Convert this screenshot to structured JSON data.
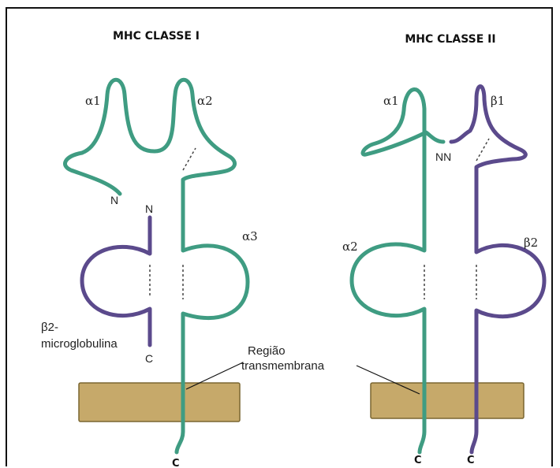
{
  "colors": {
    "alpha_chain": "#3f9c82",
    "beta_chain": "#5b4a8c",
    "membrane_fill": "#c6a96a",
    "membrane_stroke": "#7a6630"
  },
  "class1": {
    "title": "MHC CLASSE I",
    "alpha1": "α1",
    "alpha2": "α2",
    "alpha3": "α3",
    "n_alpha": "N",
    "n_b2m": "N",
    "b2m_label_line1": "β2-",
    "b2m_label_line2": "microglobulina",
    "c_b2m": "C",
    "c_alpha": "C"
  },
  "class2": {
    "title": "MHC CLASSE II",
    "alpha1": "α1",
    "beta1": "β1",
    "alpha2": "α2",
    "beta2": "β2",
    "n_termini": "NN",
    "c_alpha": "C",
    "c_beta": "C"
  },
  "annotation": {
    "line1": "Região",
    "line2": "transmembrana"
  }
}
